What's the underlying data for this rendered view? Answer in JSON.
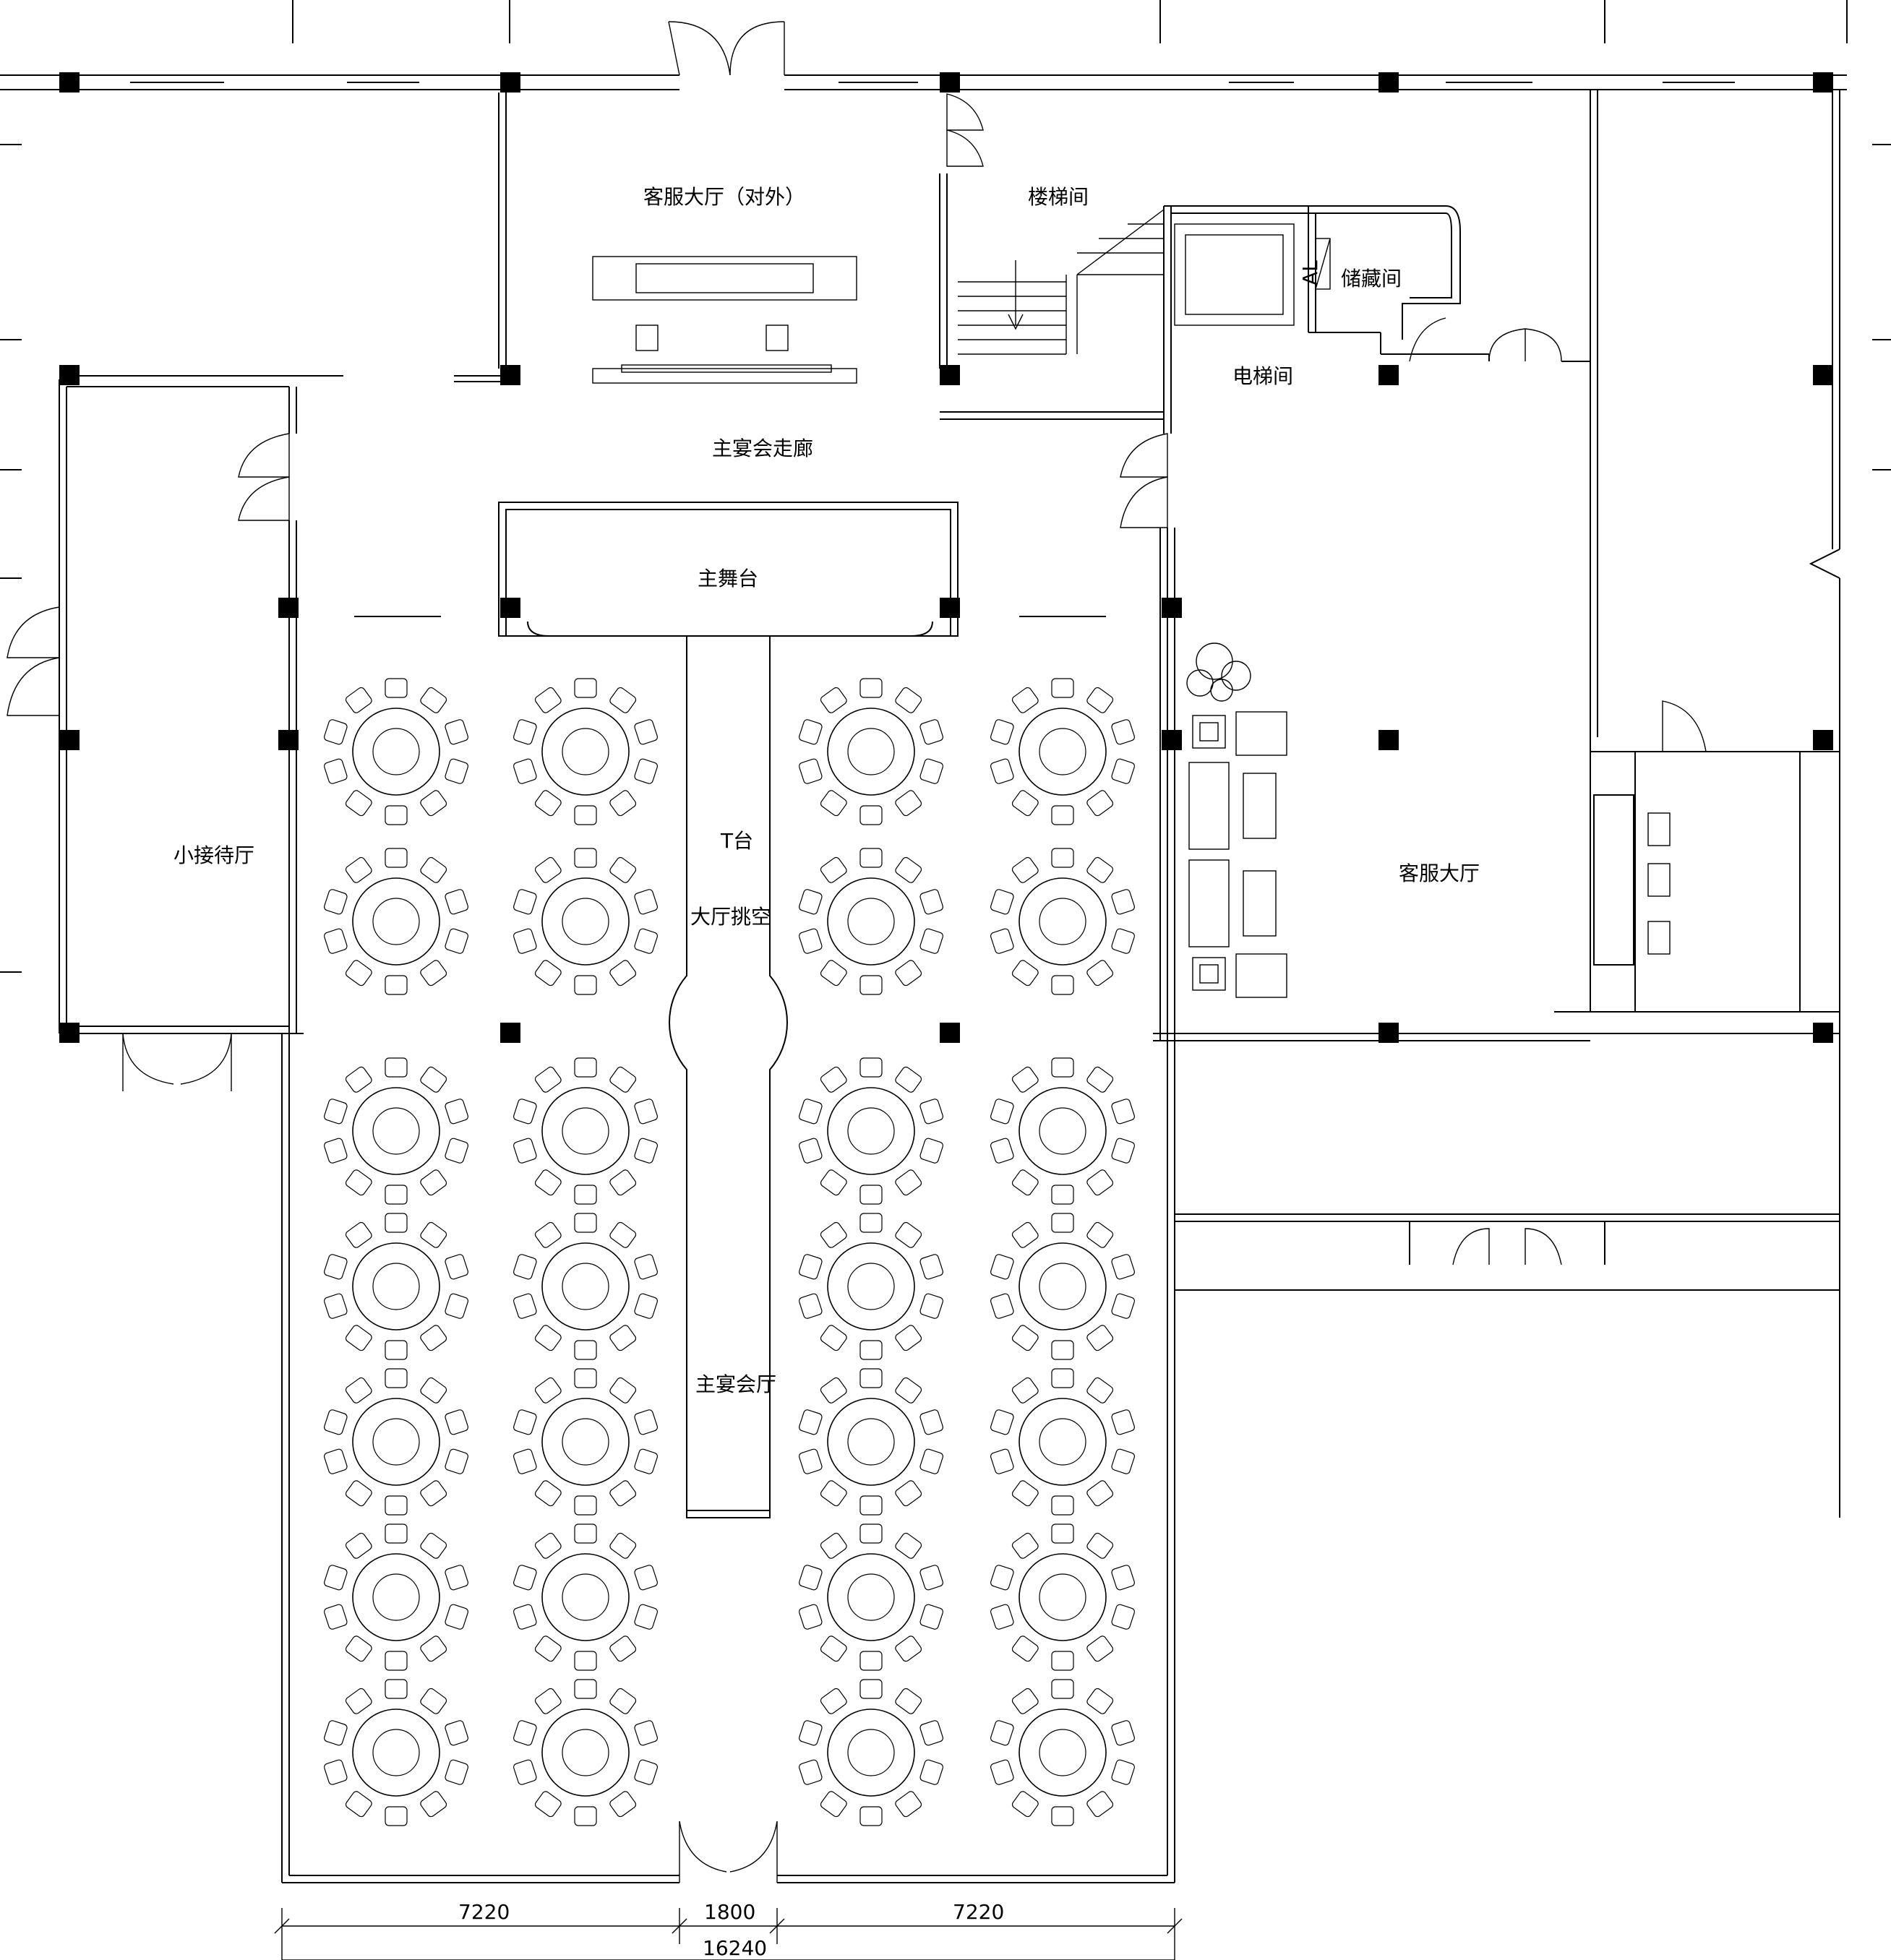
{
  "rooms": {
    "service_hall_external": "客服大厅（对外）",
    "stairwell": "楼梯间",
    "storage": "储藏间",
    "elevator": "电梯间",
    "main_corridor": "主宴会走廊",
    "main_stage": "主舞台",
    "t_stage": "T台",
    "atrium": "大厅挑空",
    "main_banquet_hall": "主宴会厅",
    "small_reception": "小接待厅",
    "service_hall": "客服大厅"
  },
  "panel_label": "AL",
  "dimensions": {
    "left": "7220",
    "middle": "1800",
    "right": "7220",
    "total": "16240"
  },
  "icons": {
    "table": "round-banquet-table-icon",
    "chair": "chair-icon",
    "door": "door-swing-icon",
    "column": "structural-column-icon",
    "plant": "potted-plant-icon",
    "sofa": "sofa-icon"
  }
}
